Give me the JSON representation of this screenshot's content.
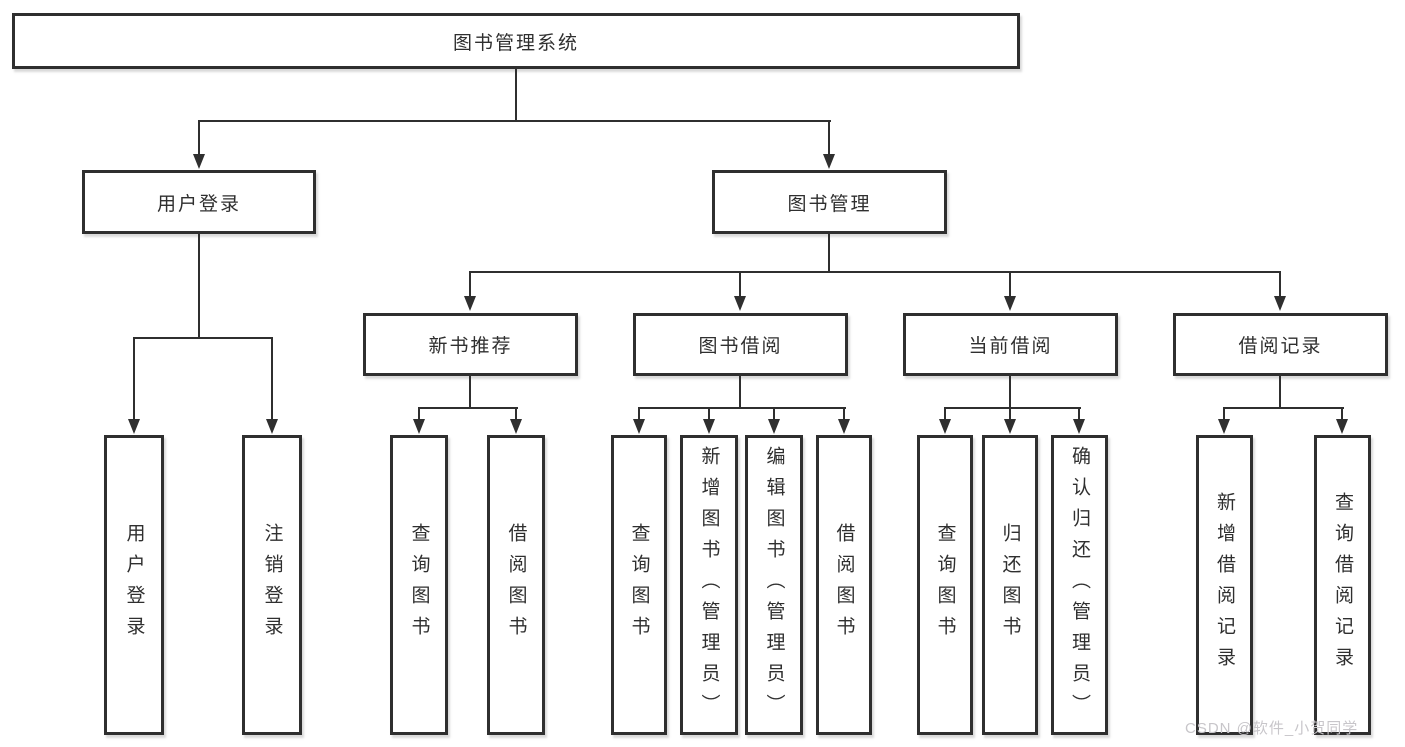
{
  "title": "图书管理系统",
  "level1": [
    {
      "label": "用户登录"
    },
    {
      "label": "图书管理"
    }
  ],
  "level2": [
    {
      "label": "新书推荐"
    },
    {
      "label": "图书借阅"
    },
    {
      "label": "当前借阅"
    },
    {
      "label": "借阅记录"
    }
  ],
  "leaves": {
    "user_login": [
      {
        "label": "用户登录"
      },
      {
        "label": "注销登录"
      }
    ],
    "new_book_recommend": [
      {
        "label": "查询图书"
      },
      {
        "label": "借阅图书"
      }
    ],
    "book_borrow": [
      {
        "label": "查询图书"
      },
      {
        "label": "新增图书（管理员）"
      },
      {
        "label": "编辑图书（管理员）"
      },
      {
        "label": "借阅图书"
      }
    ],
    "current_borrow": [
      {
        "label": "查询图书"
      },
      {
        "label": "归还图书"
      },
      {
        "label": "确认归还（管理员）"
      }
    ],
    "borrow_record": [
      {
        "label": "新增借阅记录"
      },
      {
        "label": "查询借阅记录"
      }
    ]
  },
  "watermark": "CSDN @软件_小贺同学",
  "colors": {
    "line": "#2f2f2f",
    "text": "#2f2f2f",
    "box_bg": "#ffffff",
    "watermark": "#c8c6ca"
  }
}
